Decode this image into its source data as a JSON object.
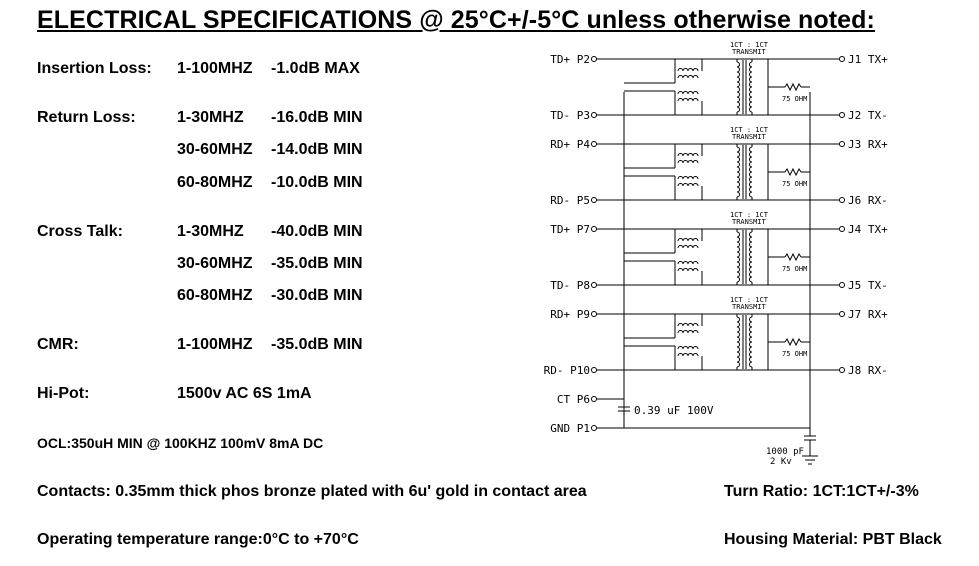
{
  "title": "ELECTRICAL SPECIFICATIONS @ 25°C+/-5°C unless otherwise noted:",
  "specs": {
    "insertion_loss": {
      "label": "Insertion Loss:",
      "rows": [
        [
          "1-100MHZ",
          "-1.0dB MAX"
        ]
      ]
    },
    "return_loss": {
      "label": "Return Loss:",
      "rows": [
        [
          "1-30MHZ",
          "-16.0dB MIN"
        ],
        [
          "30-60MHZ",
          "-14.0dB MIN"
        ],
        [
          "60-80MHZ",
          "-10.0dB MIN"
        ]
      ]
    },
    "cross_talk": {
      "label": "Cross Talk:",
      "rows": [
        [
          "1-30MHZ",
          "-40.0dB MIN"
        ],
        [
          "30-60MHZ",
          "-35.0dB MIN"
        ],
        [
          "60-80MHZ",
          "-30.0dB MIN"
        ]
      ]
    },
    "cmr": {
      "label": "CMR:",
      "rows": [
        [
          "1-100MHZ",
          "-35.0dB MIN"
        ]
      ]
    },
    "hipot": {
      "label": "Hi-Pot:",
      "value": "1500v AC 6S 1mA"
    },
    "ocl": "OCL:350uH MIN @ 100KHZ 100mV 8mA DC",
    "contacts": "Contacts: 0.35mm thick phos bronze plated with 6u' gold in contact area",
    "operating_temp": "Operating temperature range:0°C to +70°C",
    "turn_ratio": "Turn Ratio: 1CT:1CT+/-3%",
    "housing": "Housing Material: PBT Black"
  },
  "schematic": {
    "channels": [
      {
        "top_left": "TD+ P2",
        "bottom_left": "TD- P3",
        "top_right": "J1 TX+",
        "bottom_right": "J2 TX-",
        "ratio": "1CT : 1CT",
        "caption": "TRANSMIT",
        "resistor": "75 OHM"
      },
      {
        "top_left": "RD+ P4",
        "bottom_left": "RD- P5",
        "top_right": "J3 RX+",
        "bottom_right": "J6 RX-",
        "ratio": "1CT : 1CT",
        "caption": "TRANSMIT",
        "resistor": "75 OHM"
      },
      {
        "top_left": "TD+ P7",
        "bottom_left": "TD- P8",
        "top_right": "J4 TX+",
        "bottom_right": "J5 TX-",
        "ratio": "1CT : 1CT",
        "caption": "TRANSMIT",
        "resistor": "75 OHM"
      },
      {
        "top_left": "RD+ P9",
        "bottom_left": "RD- P10",
        "top_right": "J7 RX+",
        "bottom_right": "J8 RX-",
        "ratio": "1CT : 1CT",
        "caption": "TRANSMIT",
        "resistor": "75 OHM"
      }
    ],
    "ct_label": "CT P6",
    "gnd_label": "GND P1",
    "cap1": "0.39 uF 100V",
    "cap2_value": "1000 pF",
    "cap2_voltage": "2 Kv"
  }
}
